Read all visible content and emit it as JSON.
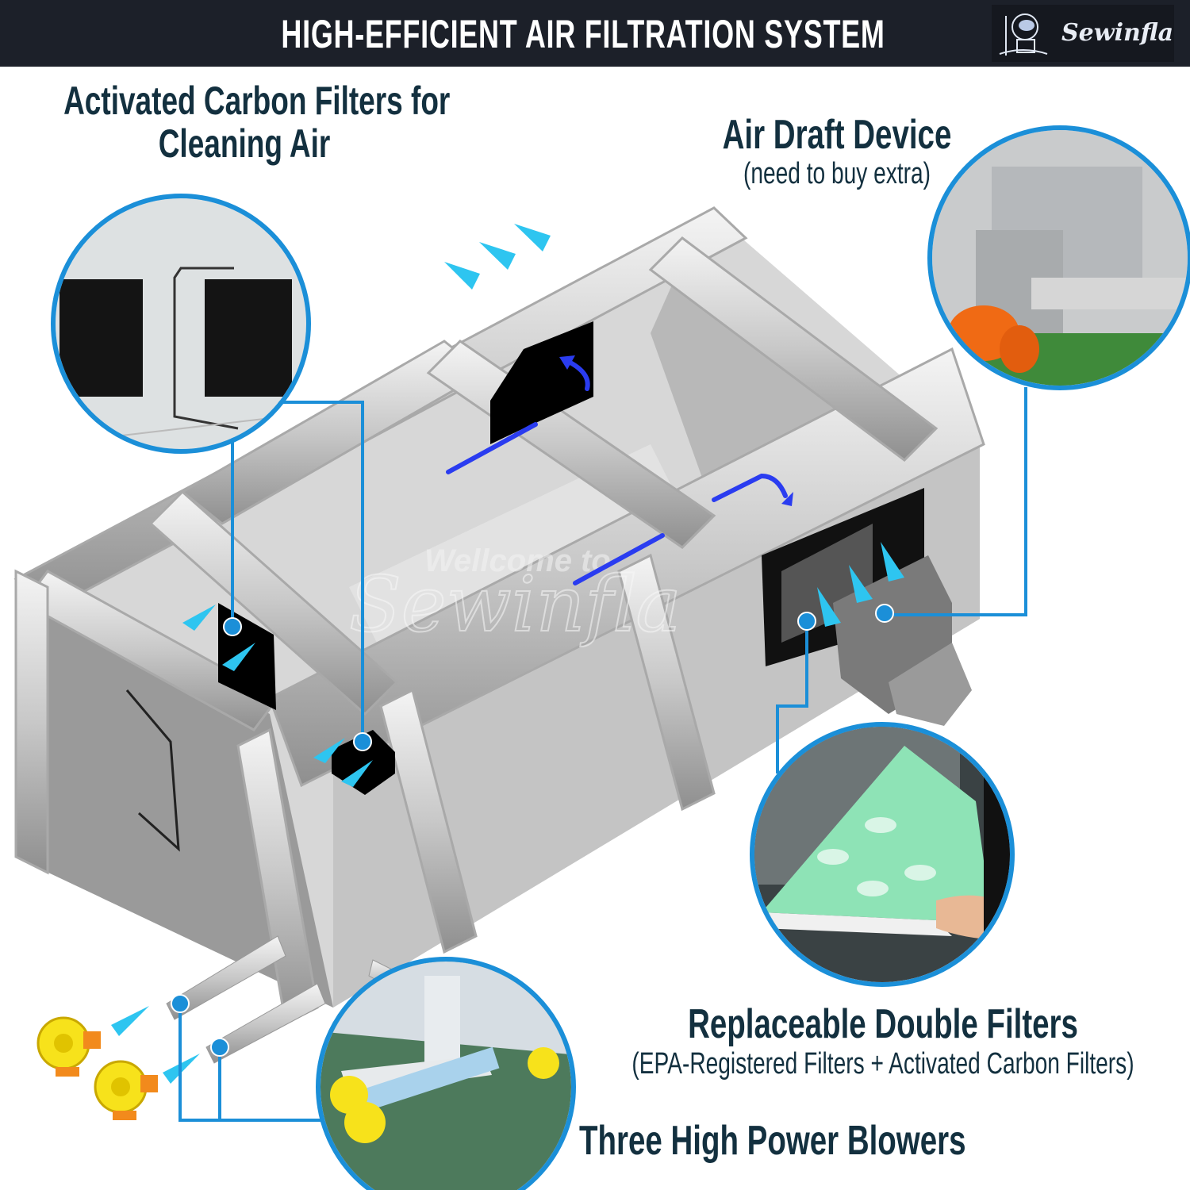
{
  "header": {
    "title": "HIGH-EFFICIENT AIR FILTRATION SYSTEM",
    "logo_text": "Sewinfla"
  },
  "callouts": {
    "carbon_filters": {
      "line1": "Activated Carbon Filters for",
      "line2": "Cleaning Air"
    },
    "air_draft": {
      "title": "Air Draft Device",
      "note": "(need to buy extra)"
    },
    "double_filters": {
      "title": "Replaceable Double Filters",
      "note": "(EPA-Registered Filters + Activated Carbon Filters)"
    },
    "blowers": {
      "title": "Three High Power Blowers"
    }
  },
  "watermark": {
    "line1": "Wellcome to",
    "line2": "Sewinfla"
  },
  "colors": {
    "accent_blue": "#1b8fd8",
    "arrow_cyan": "#2ec5f0",
    "airflow_blue": "#2a3cf0",
    "header_bg": "#1c2029",
    "text": "#13303f"
  }
}
